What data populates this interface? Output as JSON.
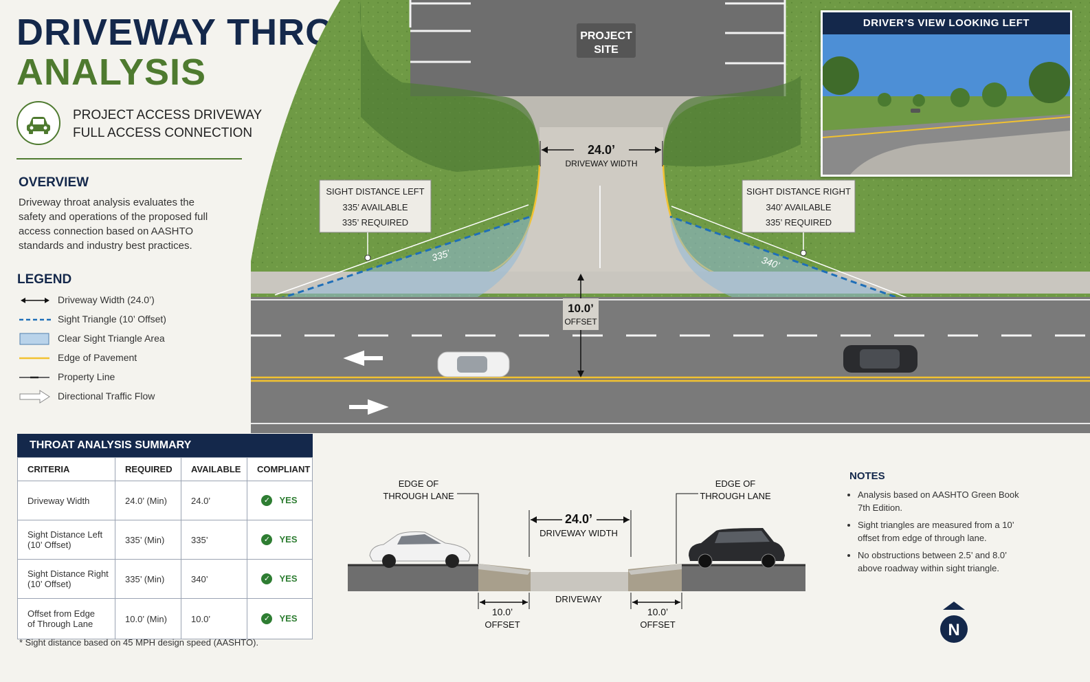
{
  "header": {
    "title_line1": "DRIVEWAY THROAT",
    "title_line2": "ANALYSIS",
    "subtitle_line1": "PROJECT ACCESS DRIVEWAY",
    "subtitle_line2": "FULL ACCESS CONNECTION",
    "badge_icon": "car-icon"
  },
  "overview": {
    "heading": "OVERVIEW",
    "text": "Driveway throat analysis evaluates the safety and operations of the proposed full access connection based on AASHTO standards and industry best practices."
  },
  "legend": {
    "heading": "LEGEND",
    "items": [
      {
        "label": "Driveway Width (24.0’)",
        "icon": "double-arrow-icon"
      },
      {
        "label": "Sight Triangle (10’ Offset)",
        "icon": "dashed-line-icon",
        "color": "#1f6fb8"
      },
      {
        "label": "Clear Sight Triangle Area",
        "icon": "shaded-area-icon",
        "color": "#b9d3ea"
      },
      {
        "label": "Edge of Pavement",
        "icon": "yellow-line-icon",
        "color": "#f2c230"
      },
      {
        "label": "Property Line",
        "icon": "property-line-icon"
      },
      {
        "label": "Directional Traffic Flow",
        "icon": "outline-arrow-icon"
      }
    ]
  },
  "map": {
    "site_label_line1": "PROJECT",
    "site_label_line2": "SITE",
    "driveway_width_value": "24.0’",
    "driveway_width_label": "DRIVEWAY WIDTH",
    "offset_value": "10.0’",
    "offset_label": "OFFSET",
    "sight_left": {
      "title": "SIGHT DISTANCE LEFT",
      "available": "335’ AVAILABLE",
      "required": "335’ REQUIRED",
      "line_label": "335’"
    },
    "sight_right": {
      "title": "SIGHT DISTANCE RIGHT",
      "available": "340’ AVAILABLE",
      "required": "335’ REQUIRED",
      "line_label": "340’"
    }
  },
  "photo": {
    "title": "DRIVER’S VIEW LOOKING LEFT"
  },
  "summary": {
    "title": "THROAT ANALYSIS SUMMARY",
    "columns": [
      "CRITERIA",
      "REQUIRED",
      "AVAILABLE",
      "COMPLIANT"
    ],
    "rows": [
      {
        "criteria": "Driveway Width",
        "criteria2": "",
        "required": "24.0’ (Min)",
        "available": "24.0’",
        "compliant": "YES"
      },
      {
        "criteria": "Sight Distance Left",
        "criteria2": "(10’ Offset)",
        "required": "335’ (Min)",
        "available": "335’",
        "compliant": "YES"
      },
      {
        "criteria": "Sight Distance Right",
        "criteria2": "(10’ Offset)",
        "required": "335’ (Min)",
        "available": "340’",
        "compliant": "YES"
      },
      {
        "criteria": "Offset from Edge",
        "criteria2": "of Through Lane",
        "required": "10.0’ (Min)",
        "available": "10.0’",
        "compliant": "YES"
      }
    ],
    "footnote": "* Sight distance based on 45 MPH design speed (AASHTO)."
  },
  "cross_section": {
    "left_edge_line1": "EDGE OF",
    "left_edge_line2": "THROUGH LANE",
    "right_edge_line1": "EDGE OF",
    "right_edge_line2": "THROUGH LANE",
    "width_value": "24.0’",
    "width_label": "DRIVEWAY WIDTH",
    "driveway_label": "DRIVEWAY",
    "left_offset_value": "10.0’",
    "left_offset_label": "OFFSET",
    "right_offset_value": "10.0’",
    "right_offset_label": "OFFSET"
  },
  "notes": {
    "heading": "NOTES",
    "items": [
      "Analysis based on AASHTO Green Book 7th Edition.",
      "Sight triangles are measured from a 10’ offset from edge of through lane.",
      "No obstructions between 2.5’ and 8.0’ above roadway within sight triangle."
    ]
  },
  "north_arrow": {
    "label": "N",
    "icon": "north-arrow-icon"
  }
}
